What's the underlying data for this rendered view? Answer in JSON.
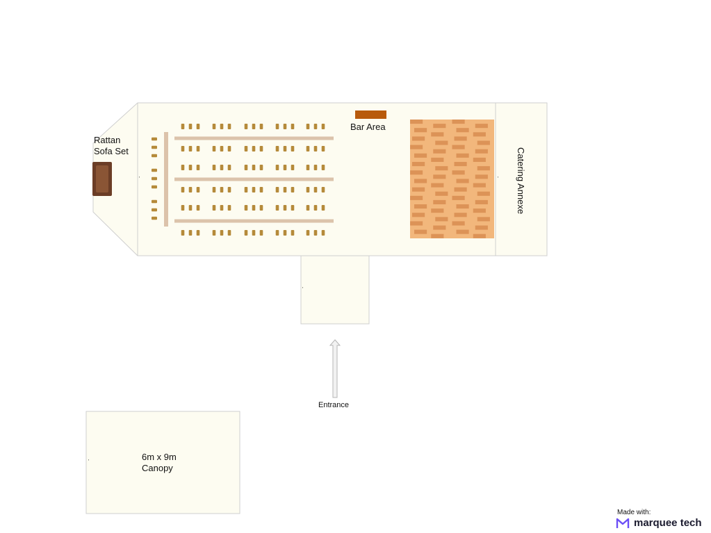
{
  "labels": {
    "rattan_sofa": [
      "Rattan",
      "Sofa Set"
    ],
    "bar_area": "Bar Area",
    "catering_annexe": "Catering Annexe",
    "entrance": "Entrance",
    "canopy": [
      "6m x 9m",
      "Canopy"
    ]
  },
  "badge": {
    "made_with": "Made with:",
    "brand": "marquee tech"
  },
  "colors": {
    "marquee_fill": "#fdfcf1",
    "outline": "#cfcfcf",
    "table": "#dcc3ab",
    "chair": "#b58a3a",
    "bar": "#b85a0c",
    "sofa": "#6b3d26",
    "dance_floor_light": "#f2b77c",
    "dance_floor_dark": "#d4874b",
    "brand": "#6c4ff6"
  }
}
